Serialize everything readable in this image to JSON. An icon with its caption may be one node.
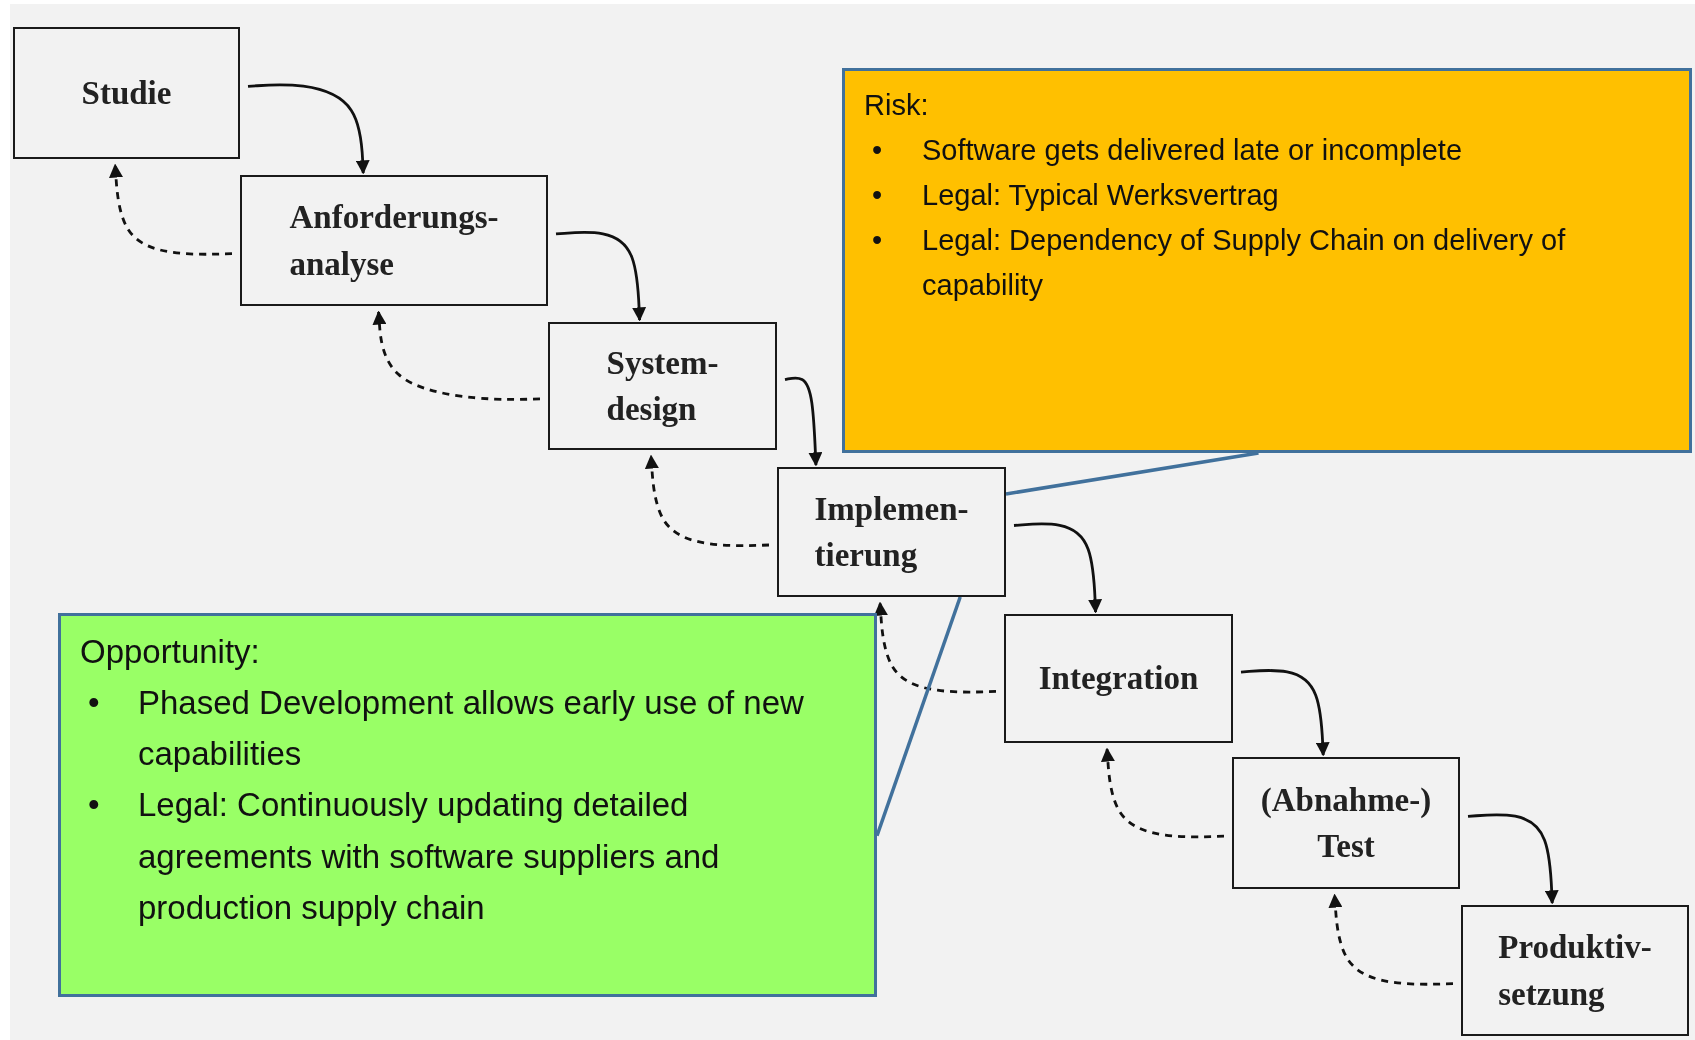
{
  "diagram": {
    "nodes": [
      {
        "text": [
          "Studie"
        ]
      },
      {
        "text": [
          "Anforderungs- analyse"
        ]
      },
      {
        "text": [
          "System- design"
        ]
      },
      {
        "text": [
          "Implemen- tierung"
        ]
      },
      {
        "text": [
          "Integration"
        ]
      },
      {
        "text": [
          "(Abnahme-) Test"
        ]
      },
      {
        "text": [
          "Produktiv- setzung"
        ]
      },
      {
        "text": [
          "Risk:",
          "•",
          "Software gets delivered late or incomplete",
          "•",
          "Legal: Typical Werksvertrag",
          "•",
          "Legal: Dependency of Supply Chain on delivery of capability"
        ]
      },
      {
        "text": [
          "Opportunity:",
          "•",
          "Phased Development allows early use of new capabilities",
          "•",
          "Legal: Continuously updating detailed agreements with software suppliers and production supply chain"
        ]
      }
    ],
    "edges": [
      {
        "from": 0,
        "to": 1,
        "arrow": "to"
      },
      {
        "from": 1,
        "to": 2,
        "arrow": "to"
      },
      {
        "from": 2,
        "to": 3,
        "arrow": "to"
      },
      {
        "from": 3,
        "to": 4,
        "arrow": "to"
      },
      {
        "from": 4,
        "to": 5,
        "arrow": "to"
      },
      {
        "from": 5,
        "to": 6,
        "arrow": "to"
      },
      {
        "from": 1,
        "to": 0,
        "arrow": "to",
        "style": "dashed"
      },
      {
        "from": 2,
        "to": 1,
        "arrow": "to",
        "style": "dashed"
      },
      {
        "from": 3,
        "to": 2,
        "arrow": "to",
        "style": "dashed"
      },
      {
        "from": 4,
        "to": 3,
        "arrow": "to",
        "style": "dashed"
      },
      {
        "from": 5,
        "to": 4,
        "arrow": "to",
        "style": "dashed"
      },
      {
        "from": 6,
        "to": 5,
        "arrow": "to",
        "style": "dashed"
      },
      {
        "from": 7,
        "to": 3,
        "arrow": "none",
        "color": "#41719c"
      },
      {
        "from": 8,
        "to": 3,
        "arrow": "none",
        "color": "#41719c"
      }
    ]
  }
}
